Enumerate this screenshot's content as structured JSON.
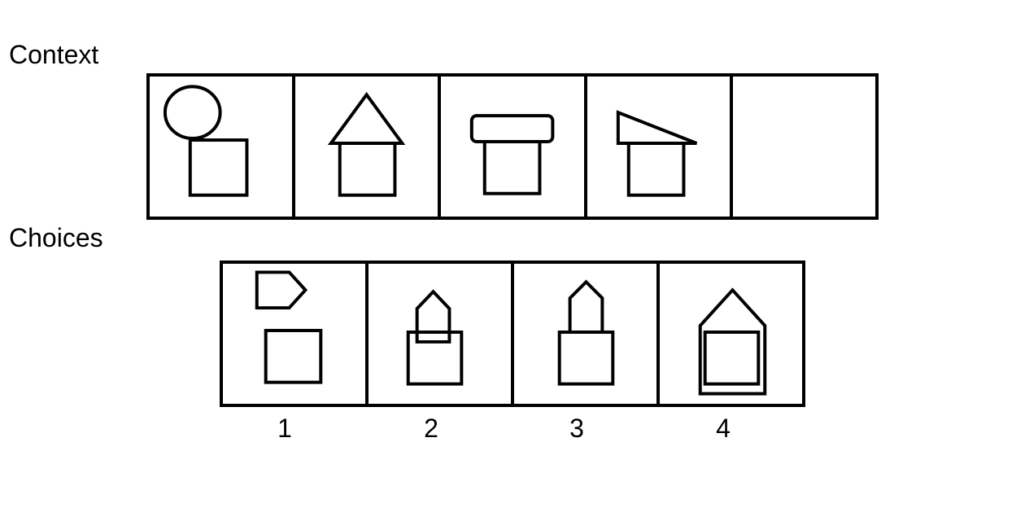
{
  "context": {
    "label": "Context",
    "panels": [
      {
        "position": 1,
        "top_shape": "ellipse",
        "bottom_shape": "square"
      },
      {
        "position": 2,
        "top_shape": "triangle",
        "bottom_shape": "square"
      },
      {
        "position": 3,
        "top_shape": "rounded-rectangle",
        "bottom_shape": "square"
      },
      {
        "position": 4,
        "top_shape": "right-triangle",
        "bottom_shape": "square"
      },
      {
        "position": 5,
        "top_shape": "",
        "bottom_shape": "",
        "empty": true
      }
    ]
  },
  "choices": {
    "label": "Choices",
    "options": [
      {
        "number": "1",
        "top_shape": "pentagon-arrow",
        "bottom_shape": "square"
      },
      {
        "number": "2",
        "top_shape": "pentagon",
        "bottom_shape": "square",
        "overlapping": true
      },
      {
        "number": "3",
        "top_shape": "pentagon",
        "bottom_shape": "square"
      },
      {
        "number": "4",
        "top_shape": "pentagon",
        "bottom_shape": "square",
        "nested": true
      }
    ]
  }
}
